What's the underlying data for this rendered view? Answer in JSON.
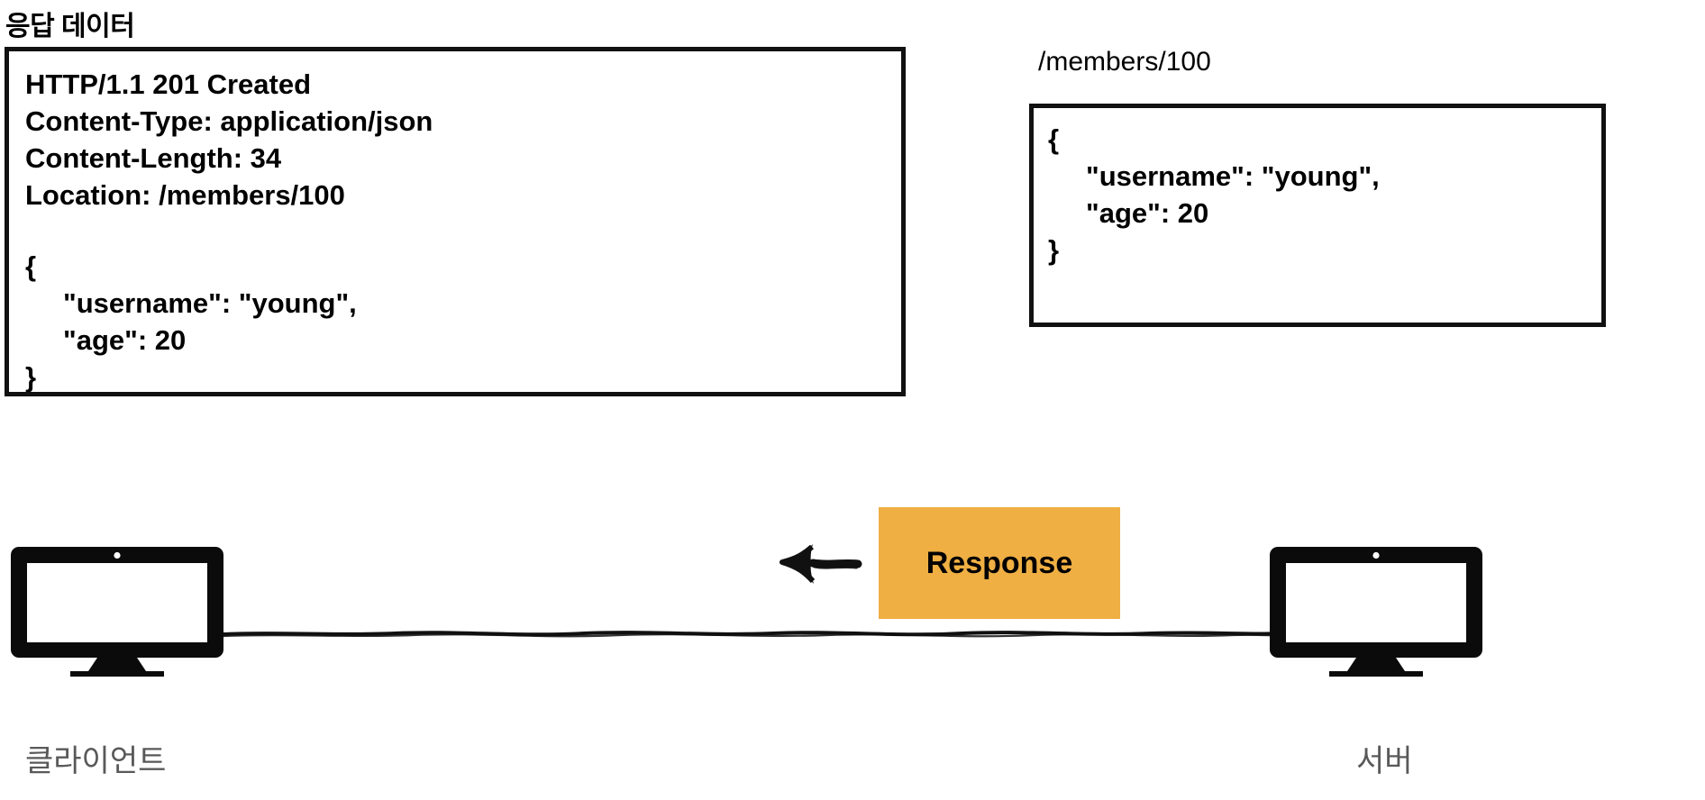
{
  "title": "응답 데이터",
  "response_box": {
    "status_line": "HTTP/1.1 201 Created",
    "header_content_type": "Content-Type: application/json",
    "header_content_length": "Content-Length: 34",
    "header_location": "Location: /members/100",
    "body_open": "{",
    "body_username": "\"username\": \"young\",",
    "body_age": "\"age\": 20",
    "body_close": "}"
  },
  "resource": {
    "label": "/members/100",
    "body_open": "{",
    "body_username": "\"username\": \"young\",",
    "body_age": "\"age\": 20",
    "body_close": "}"
  },
  "flow": {
    "chip_label": "Response",
    "chip_color": "#EFAF43",
    "arrow_direction": "left",
    "arrow_color": "#111111"
  },
  "nodes": {
    "client_label": "클라이언트",
    "server_label": "서버",
    "label_color": "#595959"
  },
  "icons": {
    "client": "monitor-icon",
    "server": "monitor-icon",
    "arrow": "arrow-left-icon",
    "wire": "connection-line"
  }
}
